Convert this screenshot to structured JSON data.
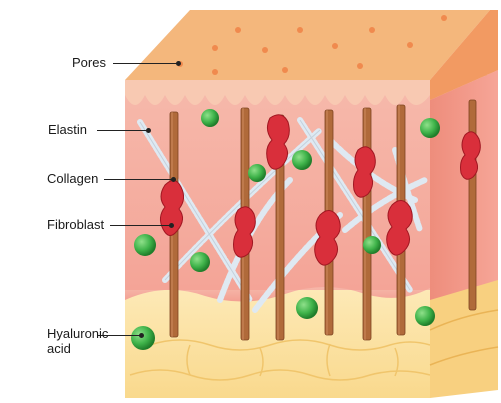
{
  "labels": {
    "pores": "Pores",
    "elastin": "Elastin",
    "collagen": "Collagen",
    "fibroblast": "Fibroblast",
    "hyaluronic_acid": "Hyaluronic acid"
  },
  "colors": {
    "top_surface": "#f4b77c",
    "pores": "#f08a4e",
    "epidermis_front": "#f6c2ad",
    "dermis_front": "#f3a79a",
    "dermis_side": "#f28c7a",
    "fat_layer": "#fbe2a4",
    "collagen": "#b06a3a",
    "elastin": "#dfe9f2",
    "fibroblast": "#d92f3b",
    "hyaluronic_acid": "#3fb34a"
  },
  "icons": [
    "skin-cross-section"
  ]
}
